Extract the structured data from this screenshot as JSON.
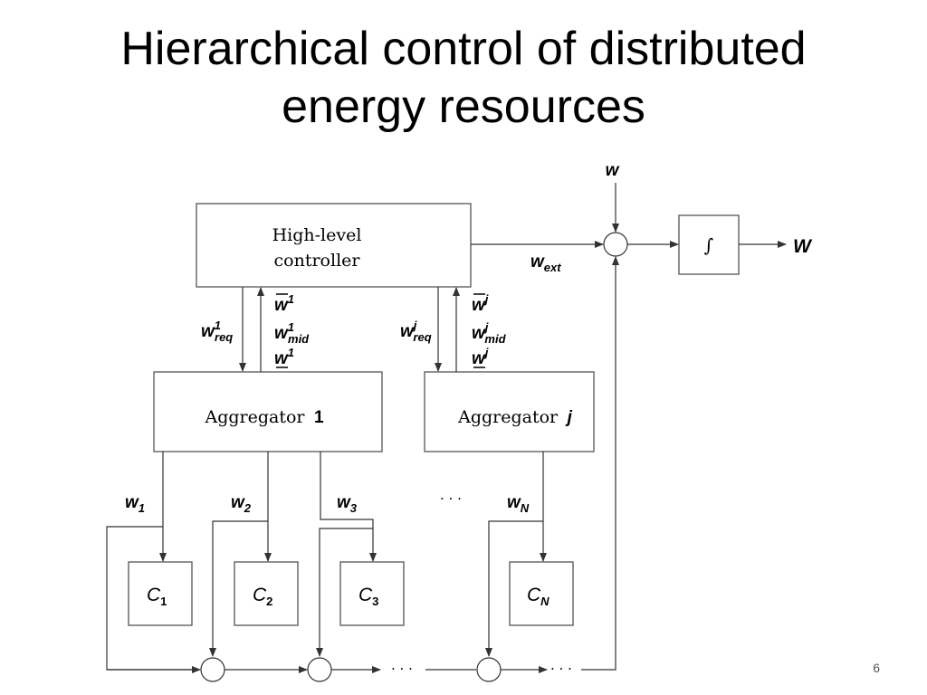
{
  "slide": {
    "title_line1": "Hierarchical control of distributed",
    "title_line2": "energy resources",
    "page_number": "6"
  },
  "diagram": {
    "controller_label_line1": "High-level",
    "controller_label_line2": "controller",
    "aggregator_1": {
      "name": "Aggregator",
      "index": "1"
    },
    "aggregator_j": {
      "name": "Aggregator",
      "index": "j"
    },
    "integrator_symbol": "∫",
    "input_signal": "w",
    "output_signal": "W",
    "external_signal": {
      "base": "w",
      "sub": "ext"
    },
    "agg1_signals": {
      "req": {
        "base": "w",
        "sup": "1",
        "sub": "req"
      },
      "bar": {
        "base": "w",
        "sup": "1"
      },
      "mid": {
        "base": "w",
        "sup": "1",
        "sub": "mid"
      },
      "under": {
        "base": "w",
        "sup": "1"
      }
    },
    "aggj_signals": {
      "req": {
        "base": "w",
        "sup": "j",
        "sub": "req"
      },
      "bar": {
        "base": "w",
        "sup": "j"
      },
      "mid": {
        "base": "w",
        "sup": "j",
        "sub": "mid"
      },
      "under": {
        "base": "w",
        "sup": "j"
      }
    },
    "device_signals": [
      {
        "base": "w",
        "sub": "1"
      },
      {
        "base": "w",
        "sub": "2"
      },
      {
        "base": "w",
        "sub": "3"
      },
      {
        "base": "w",
        "sub": "N"
      }
    ],
    "devices": [
      {
        "base": "C",
        "sub": "1"
      },
      {
        "base": "C",
        "sub": "2"
      },
      {
        "base": "C",
        "sub": "3"
      },
      {
        "base": "C",
        "sub": "N"
      }
    ],
    "ellipsis": "· · ·"
  }
}
